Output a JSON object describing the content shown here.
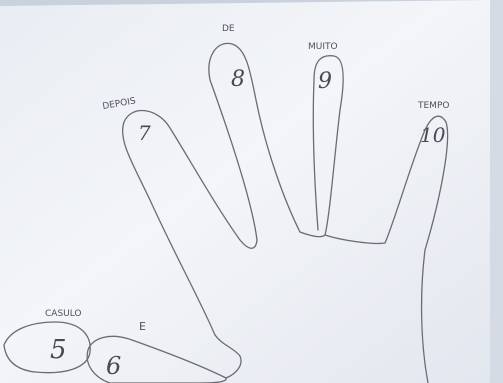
{
  "photo": {
    "paper_color": "#f3f5f8",
    "ink_color": "#6b6b72",
    "fingers": [
      {
        "id": "little-left",
        "word": "CASULO",
        "number": "5"
      },
      {
        "id": "thumb-left",
        "word": "E",
        "number": "6"
      },
      {
        "id": "thumb",
        "word": "DEPOIS",
        "number": "7"
      },
      {
        "id": "index",
        "word": "DE",
        "number": "8"
      },
      {
        "id": "middle",
        "word": "MUITO",
        "number": "9"
      },
      {
        "id": "ring",
        "word": "TEMPO",
        "number": "10"
      }
    ]
  }
}
